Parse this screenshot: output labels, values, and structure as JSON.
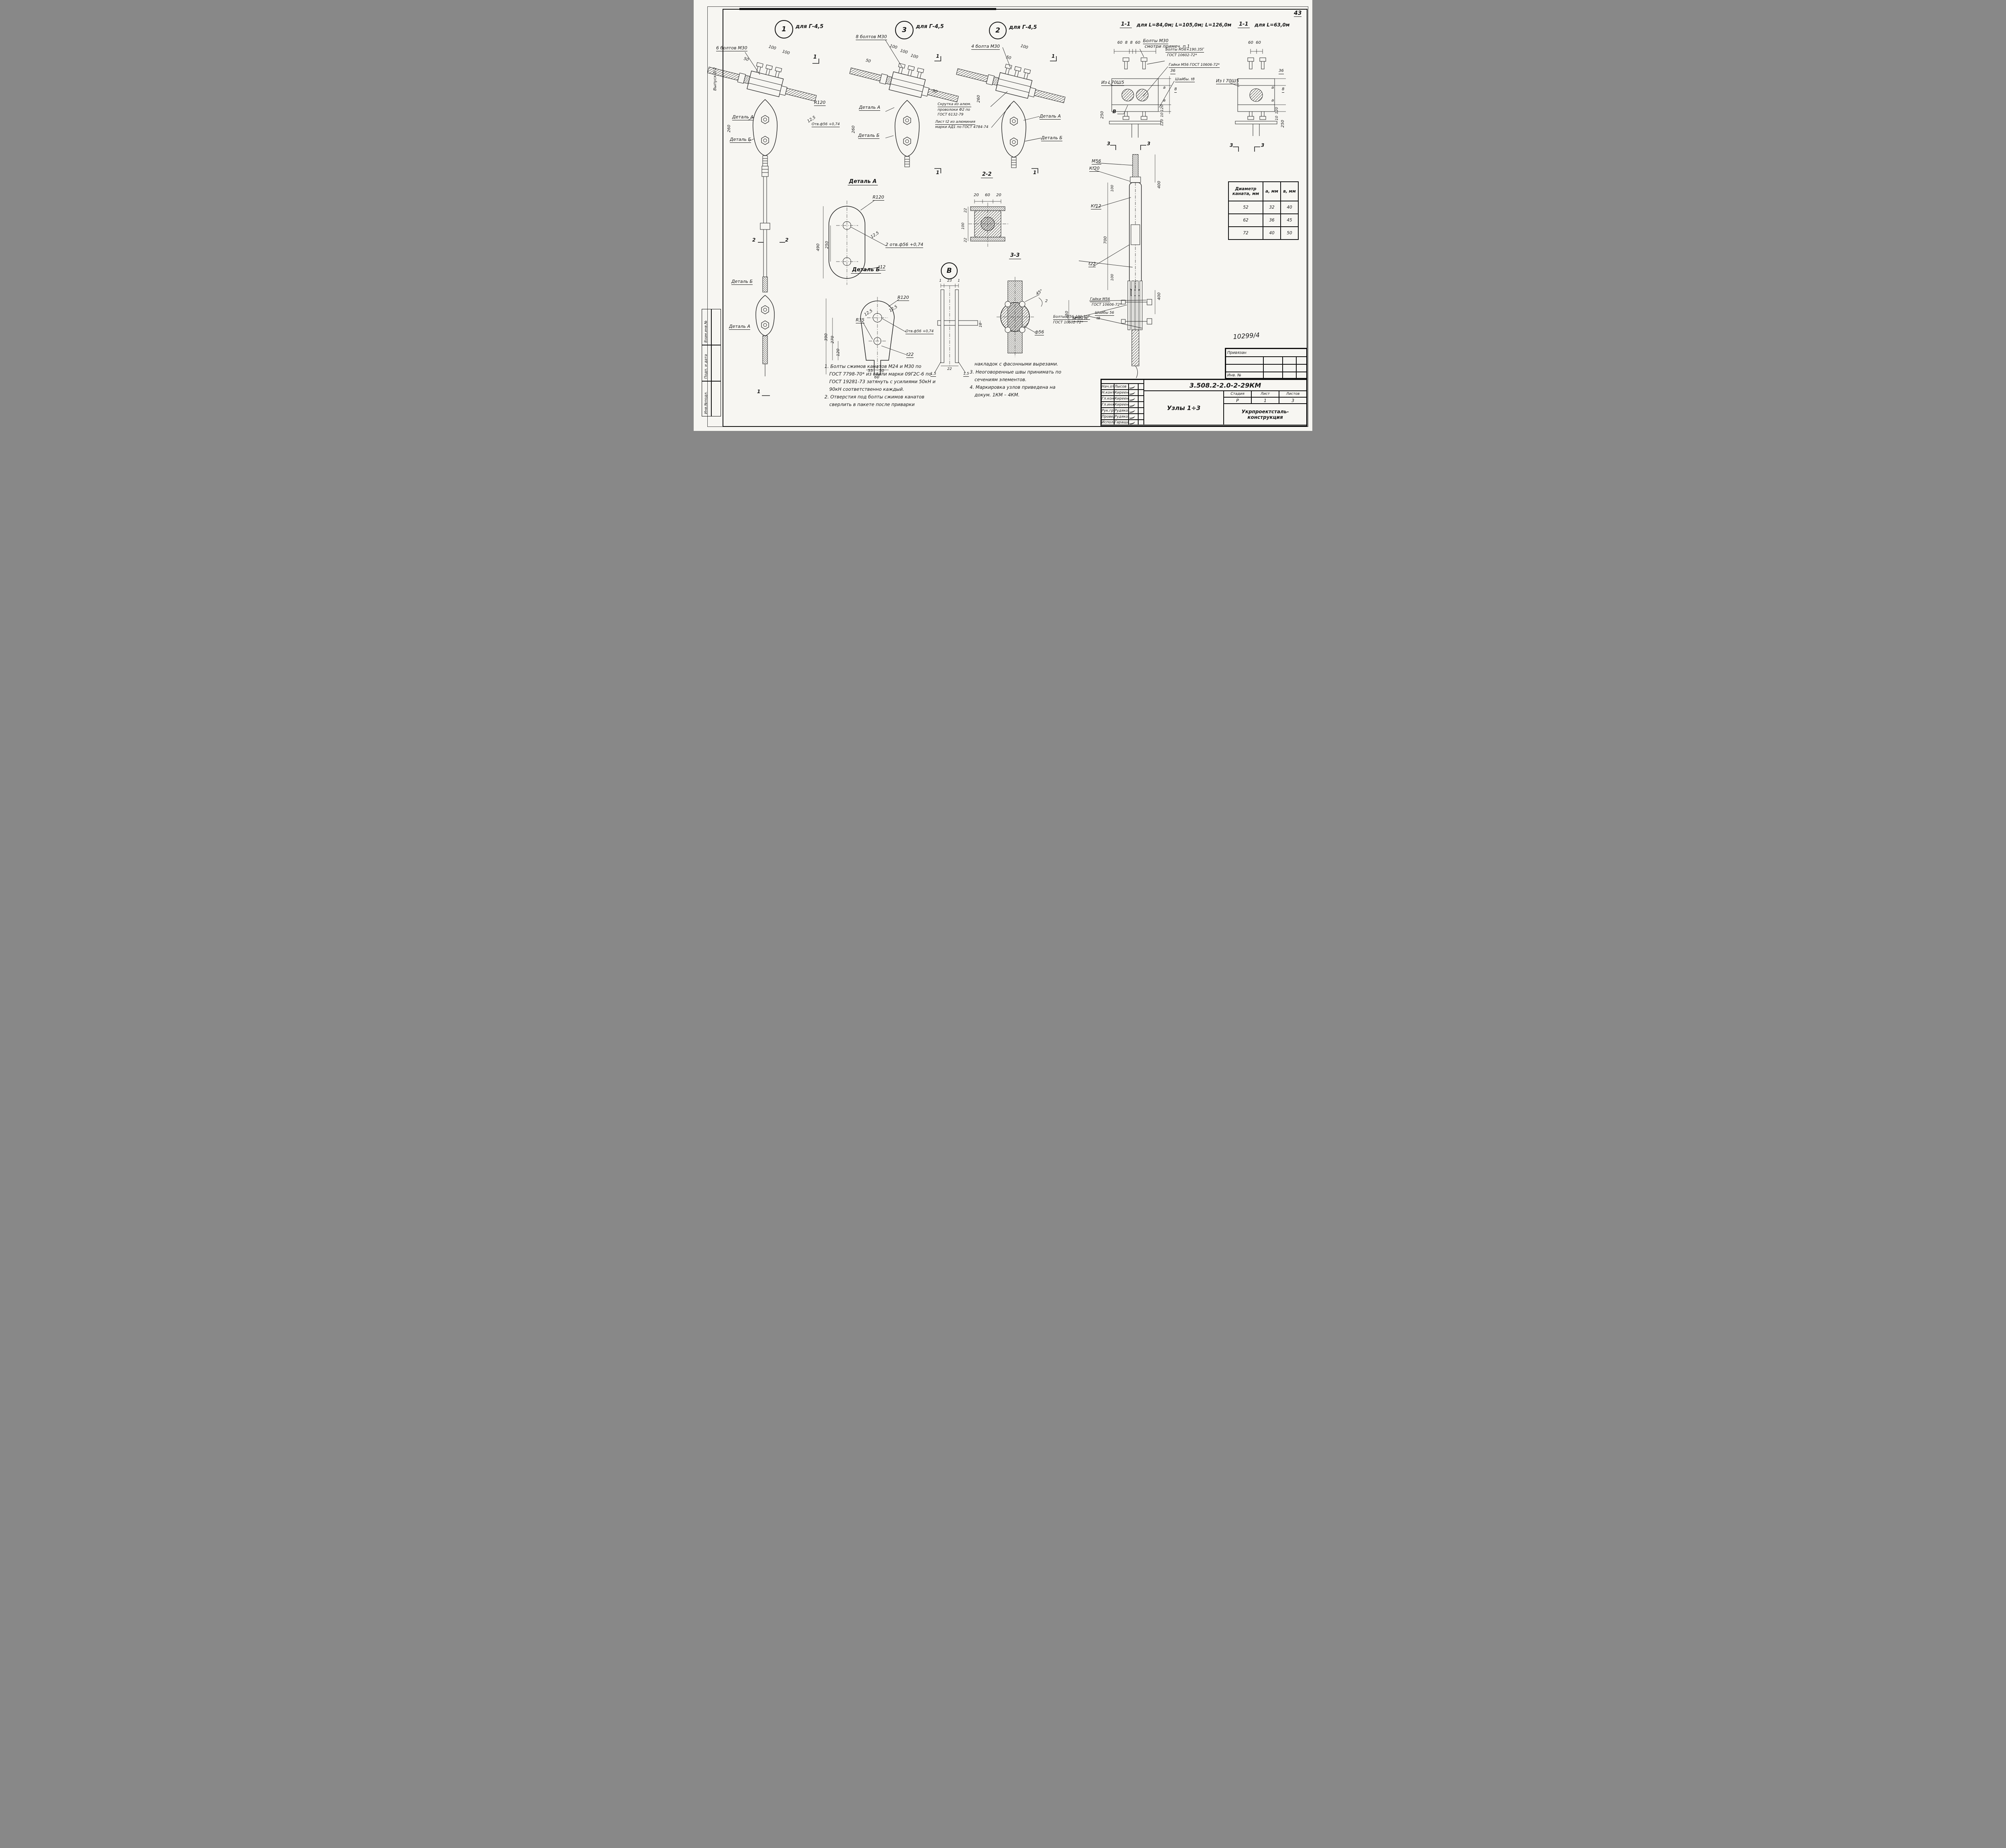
{
  "page": {
    "number": "43",
    "edition": "Выпуск 0-2",
    "stamp_col": [
      "Взам.инв.№",
      "Подп. и дата",
      "Инв.№подл."
    ]
  },
  "node1": {
    "marker": "1",
    "scope": "для Г-4,5",
    "bolts": "6 болтов М30",
    "d50": "50",
    "d100a": "100",
    "d100b": "100",
    "d260": "260",
    "r120": "R120",
    "angle": "12,5",
    "hole": "Отв.ф56 +0,74",
    "detail_a": "Деталь А",
    "detail_b": "Деталь Б",
    "sec1": "1",
    "sec2a": "2",
    "sec2b": "2",
    "detail_b_low": "Деталь Б",
    "detail_a_low": "Деталь А",
    "sec1_low": "1"
  },
  "node3": {
    "marker": "3",
    "scope": "для Г-4,5",
    "bolts": "8 болтов М30",
    "d50a": "50",
    "d100a": "100",
    "d100b": "100",
    "d100c": "100",
    "d50b": "50",
    "d260": "260",
    "detail_a": "Деталь А",
    "detail_b": "Деталь Б",
    "sec1": "1",
    "sec1b": "1"
  },
  "node2": {
    "marker": "2",
    "scope": "для Г-4,5",
    "bolts": "4 болта М30",
    "d100": "100",
    "d50": "50",
    "d260": "260",
    "twist": [
      "Скрутка из алюм.",
      "проволоки Ф2 по",
      "ГОСТ 6132-79"
    ],
    "sheet": [
      "Лист t2 из алюминия",
      "марки АД1 по ГОСТ 4784-74"
    ],
    "detail_a": "Деталь А",
    "detail_b": "Деталь Б",
    "sec1": "1",
    "sec1b": "1"
  },
  "sec11a": {
    "title": "1-1",
    "subtitle": "для L=84,0м; L=105,0м; L=126,0м",
    "dims_top": "60  8  8  60",
    "d36": "36",
    "d8": "8",
    "da1": "а",
    "da2": "а",
    "d250": "250",
    "d120a": "120",
    "d10": "10",
    "d120b": "120",
    "bolts_m30": [
      "Болты М30",
      "смотри примеч. п.1"
    ],
    "beam": "Из I 70Ш5",
    "marker_v": "В",
    "sec3a": "3",
    "sec3b": "3",
    "bolts_m56": [
      "Болты М56×190.35Г",
      "ГОСТ 10602-72*"
    ],
    "nuts": "Гайки М56 ГОСТ 10606-72*",
    "washers": "Шайбы. t8"
  },
  "sec11b": {
    "title": "1-1",
    "subtitle": "для L=63,0м",
    "dims_top": "60  60",
    "d36": "36",
    "d8": "8",
    "da1": "а",
    "da2": "а",
    "d120": "120",
    "d10": "10",
    "d250": "250",
    "beam": "Из I 70Ш5",
    "sec3a": "3",
    "sec3b": "3"
  },
  "rod": {
    "m56": "М56",
    "kf20": "Кf20",
    "kf12": "Кf12",
    "t22": "t22",
    "m56lh": "М56LH",
    "d400a": "400",
    "d100a": "100",
    "d700": "700",
    "d100b": "100",
    "d400b": "400",
    "d250": "250",
    "bolts": [
      "Болты М56-190.35Г",
      "ГОСТ 10602-72*"
    ],
    "nuts": [
      "Гайки М56",
      "ГОСТ 10606-72*"
    ],
    "washers": [
      "Шайбы 56",
      "t8"
    ]
  },
  "detail_a": {
    "title": "Деталь А",
    "r120": "R120",
    "angle": "12,5",
    "holes": "2 отв.ф56 +0,74",
    "t": "t12",
    "d490": "490",
    "d250": "250"
  },
  "detail_b": {
    "title": "Деталь Б",
    "r120": "R120",
    "r35": "R35",
    "angle1": "12,5",
    "angle2": "12,5",
    "hole": "Отв.ф56 +0,74",
    "t": "t22",
    "d390": "390",
    "d270": "270",
    "d120": "120",
    "d55": "55",
    "d50": "50",
    "d60": "60"
  },
  "sec22": {
    "title": "2-2",
    "d20a": "20",
    "d60": "60",
    "d20b": "20",
    "d22a": "22",
    "d100": "100",
    "d22b": "22"
  },
  "detail_v": {
    "marker": "В",
    "d1a": "1",
    "d23": "23",
    "d1b": "1",
    "d22": "22",
    "d10": "10",
    "w15a": "1,5",
    "w15b": "1,5"
  },
  "sec33": {
    "title": "3-3",
    "angle": "45°",
    "d2": "2",
    "dia": "ф56"
  },
  "notes": {
    "col1": [
      "1. Болты сжимов канатов М24 и М30 по",
      "ГОСТ 7798-70* из стали марки 09Г2С-6 по",
      "ГОСТ 19281-73 затянуть с усилиями 50кН и",
      "90кН соответственно каждый.",
      "2. Отверстия под болты сжимов канатов",
      "сверлить в пакете после приварки"
    ],
    "col2": [
      "накладок с фасонными вырезами.",
      "3. Неоговоренные швы принимать по",
      "сечениям элементов.",
      "4. Маркировка узлов приведена на",
      "докум. 1КМ – 4КМ."
    ]
  },
  "rope_table": {
    "header_dia": "Диаметр каната, мм",
    "header_a": "а, мм",
    "header_b": "в, мм",
    "rows": [
      [
        "52",
        "32",
        "40"
      ],
      [
        "62",
        "36",
        "45"
      ],
      [
        "72",
        "40",
        "50"
      ]
    ]
  },
  "titleblock": {
    "doc": "3.508.2-2.0-2-29КМ",
    "rows": [
      {
        "role": "Нач.отд",
        "name": "Лысов"
      },
      {
        "role": "Н.контр",
        "name": "Киреенко"
      },
      {
        "role": "Гл.констр",
        "name": "Киреенко"
      },
      {
        "role": "Гл.инж.пр",
        "name": "Киреенко"
      },
      {
        "role": "Рук.гр.",
        "name": "Рудякова"
      },
      {
        "role": "Проверил",
        "name": "Рудякова"
      },
      {
        "role": "Исполнил",
        "name": "Гаращанская"
      }
    ],
    "title": "Узлы 1÷3",
    "stage_h": "Стадия",
    "sheet_h": "Лист",
    "sheets_h": "Листов",
    "stage": "Р",
    "sheet": "1",
    "sheets": "3",
    "org1": "Укрпроектсталь-",
    "org2": "конструкция",
    "attached": "Привязан",
    "inv": "Инв. №",
    "handnum": "10299/4"
  }
}
